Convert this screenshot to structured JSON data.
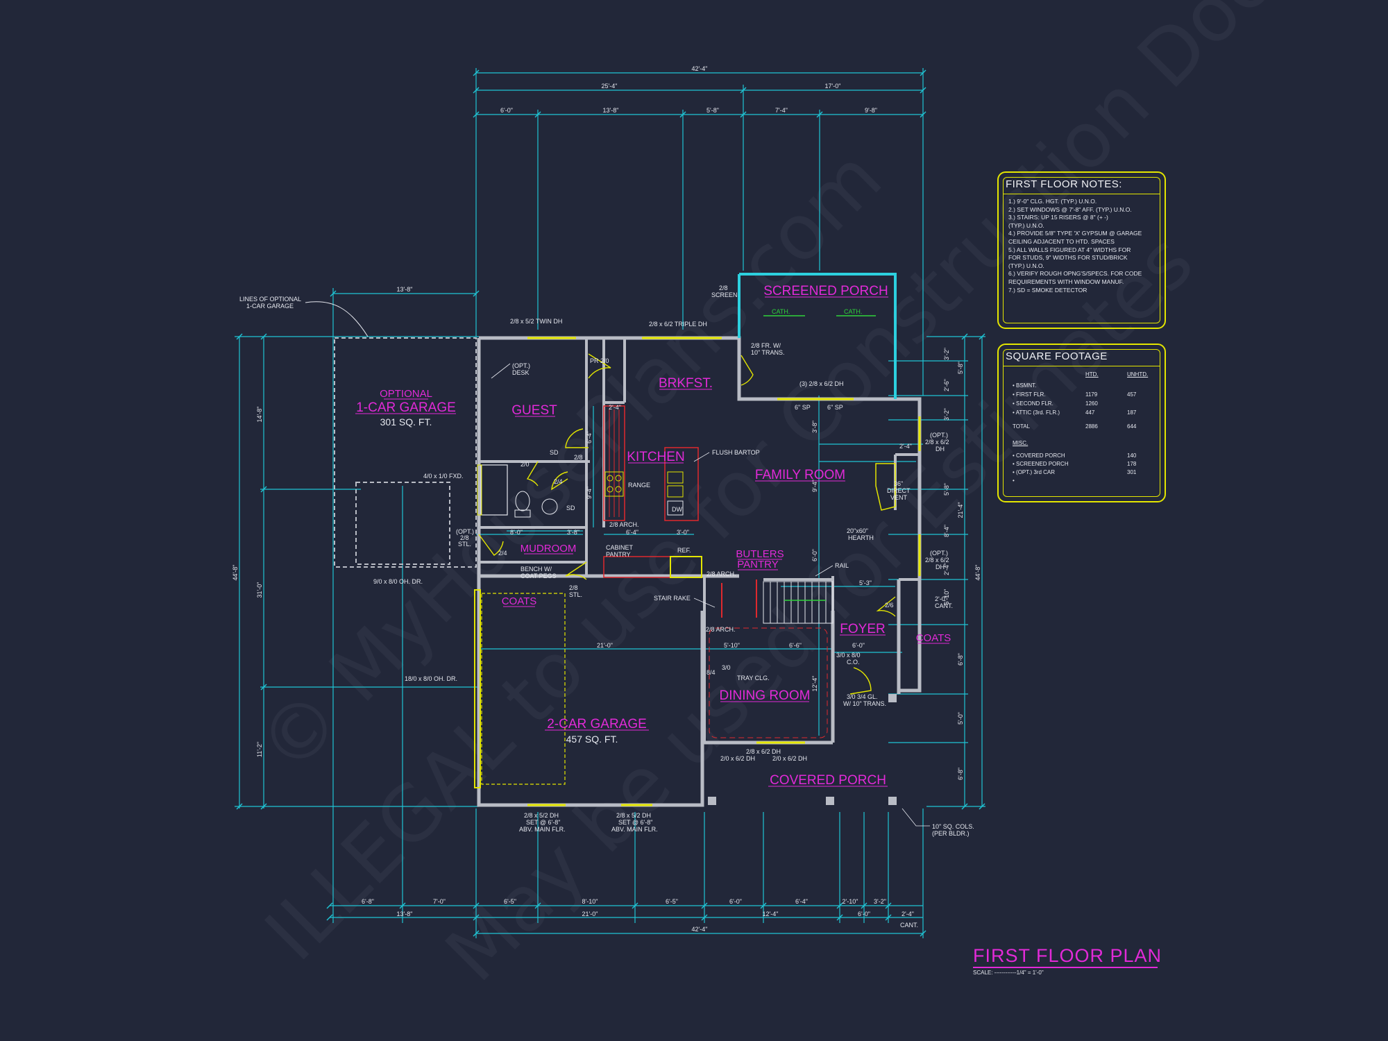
{
  "watermark": {
    "line1": "© MyHousePlans.com",
    "line2": "ILLEGAL to use for Construction Documents",
    "line3": "May be used for Estimates"
  },
  "title_block": {
    "title": "FIRST FLOOR PLAN",
    "scale": "SCALE: ------------1/4\" = 1'-0\""
  },
  "notes": {
    "title": "FIRST FLOOR NOTES:",
    "lines": [
      "1.) 9'-0\" CLG. HGT. (TYP.) U.N.O.",
      "2.) SET WINDOWS @ 7'-8\" AFF. (TYP.) U.N.O.",
      "3.) STAIRS: UP 15 RISERS @ 8\" (+ -)",
      "     (TYP.) U.N.O.",
      "4.) PROVIDE 5/8\" TYPE 'X' GYPSUM @ GARAGE",
      "     CEILING ADJACENT TO HTD. SPACES",
      "5.) ALL WALLS FIGURED AT 4\" WIDTHS FOR",
      "     FOR STUDS, 9\" WIDTHS FOR STUD/BRICK",
      "     (TYP.) U.N.O.",
      "6.) VERIFY ROUGH OPNG'S/SPECS. FOR CODE",
      "     REQUIREMENTS WITH WINDOW MANUF.",
      "7.) SD = SMOKE DETECTOR"
    ]
  },
  "square_footage": {
    "title": "SQUARE FOOTAGE",
    "col_htd": "HTD.",
    "col_unhtd": "UNHTD.",
    "rows": [
      {
        "label": "• BSMNT.",
        "htd": "",
        "unhtd": ""
      },
      {
        "label": "• FIRST FLR.",
        "htd": "1179",
        "unhtd": "457"
      },
      {
        "label": "• SECOND FLR.",
        "htd": "1260",
        "unhtd": ""
      },
      {
        "label": "• ATTIC (3rd. FLR.)",
        "htd": "447",
        "unhtd": "187"
      },
      {
        "label": "TOTAL",
        "htd": "2886",
        "unhtd": "644"
      }
    ],
    "misc_title": "MISC.",
    "misc_rows": [
      {
        "label": "• COVERED PORCH",
        "value": "140"
      },
      {
        "label": "• SCREENED PORCH",
        "value": "178"
      },
      {
        "label": "• (OPT.) 3rd CAR",
        "value": "301"
      },
      {
        "label": "•",
        "value": ""
      }
    ]
  },
  "rooms": {
    "optional_garage_1": "OPTIONAL",
    "optional_garage_2": "1-CAR GARAGE",
    "optional_garage_sqft": "301 SQ. FT.",
    "guest": "GUEST",
    "brkfst": "BRKFST.",
    "kitchen": "KITCHEN",
    "family_room": "FAMILY ROOM",
    "screened_porch": "SCREENED PORCH",
    "mudroom": "MUDROOM",
    "coats_left": "COATS",
    "butlers_1": "BUTLERS",
    "butlers_2": "PANTRY",
    "foyer": "FOYER",
    "coats_right": "COATS",
    "dining_room": "DINING ROOM",
    "garage": "2-CAR GARAGE",
    "garage_sqft": "457 SQ. FT.",
    "covered_porch": "COVERED PORCH"
  },
  "labels": {
    "optional_lines_1": "LINES OF OPTIONAL",
    "optional_lines_2": "1-CAR GARAGE",
    "twin_dh": "2/8 x 5/2 TWIN DH",
    "triple_dh": "2/8 x 6/2 TRIPLE DH",
    "screen_1": "2/8",
    "screen_2": "SCREEN",
    "cath_1": "CATH.",
    "cath_2": "CATH.",
    "fr_trans_1": "2/8 FR. W/",
    "fr_trans_2": "10\" TRANS.",
    "three_dh": "(3) 2/8 x 6/2 DH",
    "sp1": "6\" SP",
    "sp2": "6\" SP",
    "opt_desk_1": "(OPT.)",
    "opt_desk_2": "DESK",
    "pr": "PR 2/0",
    "d28a": "2/8",
    "d20": "2/0",
    "d24": "2/4",
    "d24b": "2/4",
    "sd1": "SD",
    "sd2": "SD",
    "flush_bartop": "FLUSH BARTOP",
    "range": "RANGE",
    "dw": "DW",
    "arch_28": "2/8 ARCH.",
    "fxd": "4/0 x 1/0 FXD.",
    "opt_stl_1": "(OPT.)",
    "opt_stl_2": "2/8",
    "opt_stl_3": "STL.",
    "cabinet_pantry_1": "CABINET",
    "cabinet_pantry_2": "PANTRY",
    "ref": "REF.",
    "bench_1": "BENCH W/",
    "bench_2": "COAT PEGS",
    "stl_1": "2/8",
    "stl_2": "STL.",
    "ohdr_opt": "9/0 x 8/0 OH. DR.",
    "ohdr_main": "18/0 x 8/0 OH. DR.",
    "arch_28b": "2/8 ARCH.",
    "arch_28c": "2/8 ARCH.",
    "stair_rake": "STAIR RAKE",
    "rail": "RAIL",
    "direct_vent_1": "36\"",
    "direct_vent_2": "DIRECT",
    "direct_vent_3": "VENT",
    "hearth_1": "20\"x60\"",
    "hearth_2": "HEARTH",
    "opt_dh_1a": "(OPT.)",
    "opt_dh_1b": "2/8 x 6/2",
    "opt_dh_1c": "DH",
    "opt_dh_2a": "(OPT.)",
    "opt_dh_2b": "2/8 x 6/2",
    "opt_dh_2c": "DH",
    "cant_1": "2'-0\"",
    "cant_2": "CANT.",
    "d26": "2/6",
    "co_1": "3/0 x 8/0",
    "co_2": "C.O.",
    "trans_1": "3/0 3/4 GL.",
    "trans_2": "W/ 10\" TRANS.",
    "tray": "TRAY CLG.",
    "d30": "3/0",
    "d84": "8/4",
    "dining_dh_1": "2/8 x 6/2 DH",
    "dining_dh_2": "2/0 x 6/2 DH",
    "dining_dh_3": "2/0 x 6/2 DH",
    "garage_dh_1a": "2/8 x 5/2 DH",
    "garage_dh_1b": "SET @ 6'-8\"",
    "garage_dh_1c": "ABV. MAIN FLR.",
    "garage_dh_2a": "2/8 x 5/2 DH",
    "garage_dh_2b": "SET @ 6'-8\"",
    "garage_dh_2c": "ABV. MAIN FLR.",
    "cols_1": "10\" SQ. COLS.",
    "cols_2": "(PER BLDR.)",
    "cant_bottom": "CANT.",
    "kit_dim_1": "2'-4\"",
    "kit_dim_2": "6'-4\"",
    "kit_dim_3": "3'-0\"",
    "mud_dim_1": "8'-0\"",
    "mud_dim_2": "3'-8\"",
    "fam_dim": "2'-4\"",
    "stair_dim": "5'-3\"",
    "foyer_dim": "6'-0\"",
    "dining_dim_1": "5'-10\"",
    "dining_dim_2": "6'-6\"",
    "garage_dim": "21'-0\""
  },
  "dimensions": {
    "top_overall": "42'-4\"",
    "top_left": "25'-4\"",
    "top_right": "17'-0\"",
    "top_segments": [
      "6'-0\"",
      "13'-8\"",
      "5'-8\"",
      "7'-4\"",
      "9'-8\""
    ],
    "opt_garage_width": "13'-8\"",
    "left_overall": "44'-8\"",
    "left_1": "31'-0\"",
    "left_2": "14'-8\"",
    "left_3": "11'-2\"",
    "right_overall": "44'-8\"",
    "right_1": "21'-4\"",
    "right_segments": [
      "3'-2\"",
      "5'-8\"",
      "2'-6\"",
      "3'-2\"",
      "5'-8\"",
      "8'-4\"",
      "2'-4\"",
      "6'-10\"",
      "6'-8\"",
      "5'-0\"",
      "6'-8\""
    ],
    "bottom_row1": [
      "6'-8\"",
      "7'-0\"",
      "6'-5\"",
      "8'-10\"",
      "6'-5\"",
      "6'-0\"",
      "6'-4\"",
      "2'-10\"",
      "3'-2\""
    ],
    "bottom_row2": [
      "13'-8\"",
      "21'-0\"",
      "12'-4\"",
      "6'-0\"",
      "2'-4\""
    ],
    "bottom_overall": "42'-4\"",
    "kitchen_vert": [
      "6'-4\"",
      "9'-4\""
    ],
    "family_vert": [
      "3'-8\"",
      "9'-4\"",
      "6'-0\""
    ],
    "dining_vert": "12'-4\""
  }
}
